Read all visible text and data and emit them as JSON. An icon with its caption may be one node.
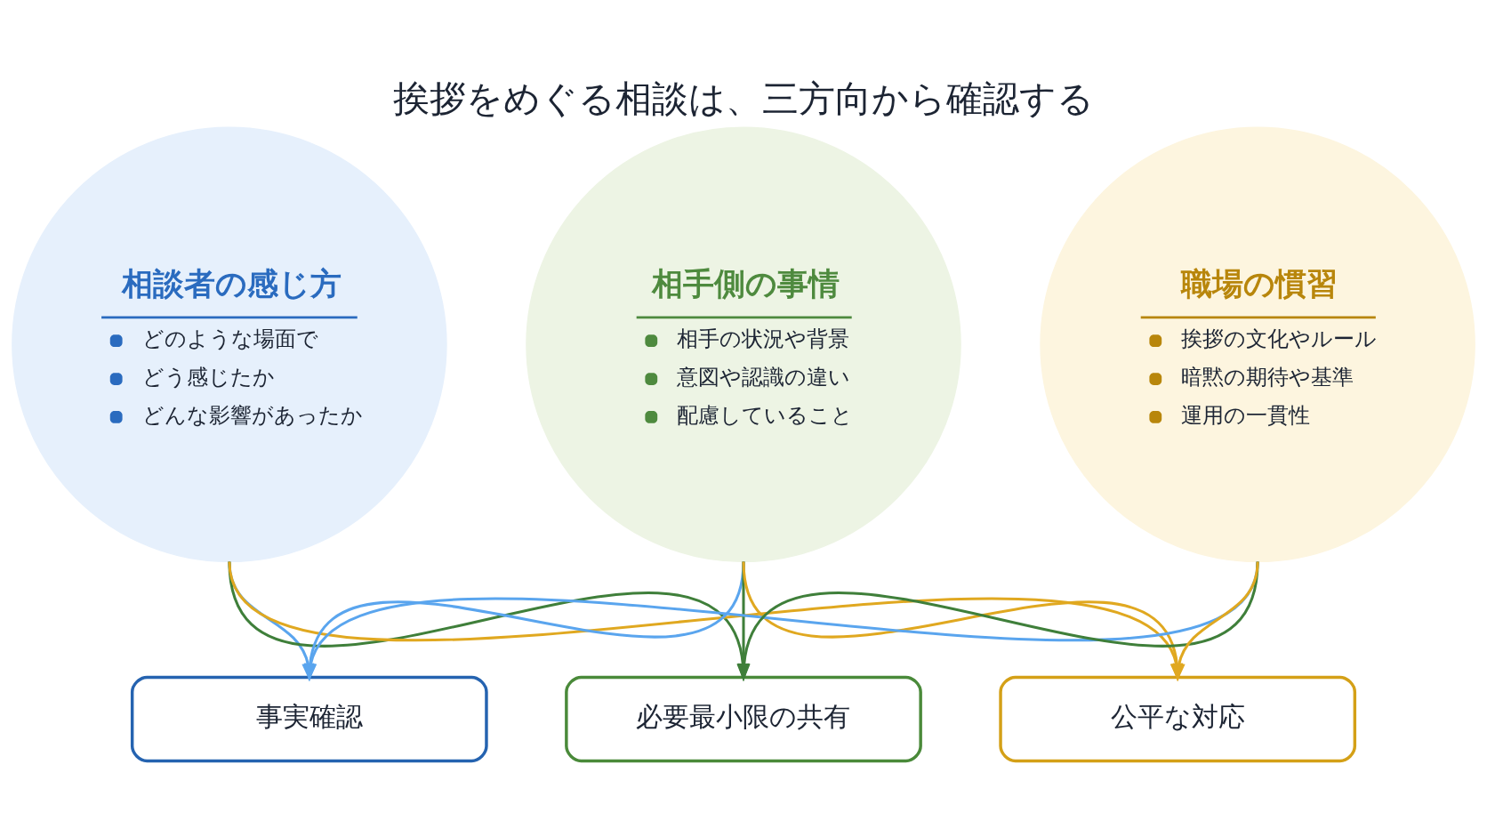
{
  "diagram": {
    "title": "挨拶をめぐる相談は、三方向から確認する",
    "nodes": [
      {
        "text": [
          "相談者の感じ方",
          "どのような場面で",
          "どう感じたか",
          "どんな影響があったか"
        ]
      },
      {
        "text": [
          "相手側の事情",
          "相手の状況や背景",
          "意図や認識の違い",
          "配慮していること"
        ]
      },
      {
        "text": [
          "職場の慣習",
          "挨拶の文化やルール",
          "暗黙の期待や基準",
          "運用の一貫性"
        ]
      },
      {
        "text": [
          "事実確認"
        ]
      },
      {
        "text": [
          "必要最小限の共有"
        ]
      },
      {
        "text": [
          "公平な対応"
        ]
      }
    ],
    "edges": [
      {
        "from": 0,
        "to": 3,
        "arrow": "to",
        "color": "#5aa5ee"
      },
      {
        "from": 0,
        "to": 4,
        "arrow": "to",
        "color": "#3f7f3a"
      },
      {
        "from": 0,
        "to": 5,
        "arrow": "to",
        "color": "#e0a820"
      },
      {
        "from": 1,
        "to": 3,
        "arrow": "to",
        "color": "#5aa5ee"
      },
      {
        "from": 1,
        "to": 4,
        "arrow": "to",
        "color": "#3f7f3a"
      },
      {
        "from": 1,
        "to": 5,
        "arrow": "to",
        "color": "#e0a820"
      },
      {
        "from": 2,
        "to": 3,
        "arrow": "to",
        "color": "#5aa5ee"
      },
      {
        "from": 2,
        "to": 4,
        "arrow": "to",
        "color": "#3f7f3a"
      },
      {
        "from": 2,
        "to": 5,
        "arrow": "to",
        "color": "#e0a820"
      }
    ]
  }
}
